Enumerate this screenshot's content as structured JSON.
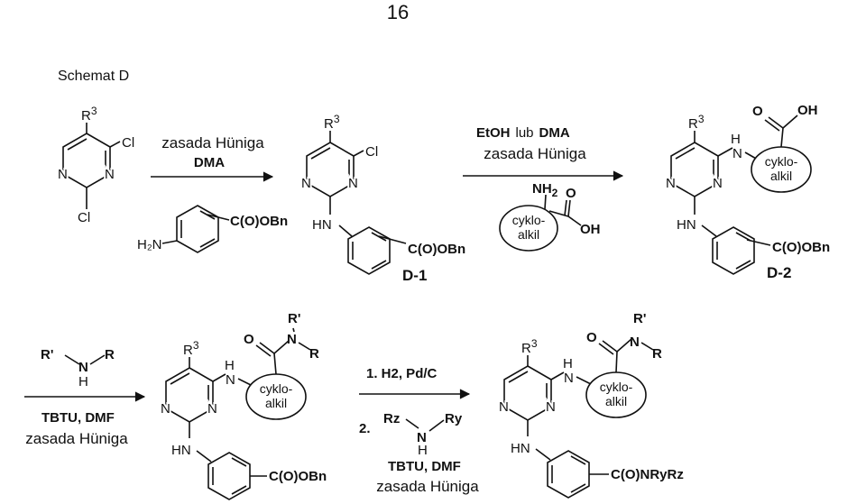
{
  "page_number": "16",
  "scheme_title": "Schemat D",
  "substituent_r3": "R",
  "superscript_3": "3",
  "atoms": {
    "n": "N",
    "cl": "Cl",
    "hn": "HN",
    "h": "H",
    "nh": "N",
    "nh2": "NH",
    "sub2": "2",
    "h2n": "H₂N",
    "o": "O",
    "oh": "OH",
    "r_prime": "R'",
    "r": "R",
    "rz": "Rz",
    "ry": "Ry"
  },
  "groups": {
    "ester": "C(O)OBn",
    "amide": "C(O)NRyRz"
  },
  "cycloalkyl": {
    "line1": "cyklo-",
    "line2": "alkil"
  },
  "compound_labels": {
    "d1": "D-1",
    "d2": "D-2"
  },
  "steps": {
    "step1": {
      "line1": "zasada Hüniga",
      "line2": "DMA"
    },
    "step2": {
      "solvent_a": "EtOH",
      "or": "lub",
      "solvent_b": "DMA",
      "base": "zasada Hüniga"
    },
    "step3": {
      "reagent": "TBTU, DMF",
      "base": "zasada Hüniga"
    },
    "step4": {
      "part1": "1. H2, Pd/C",
      "part2_num": "2.",
      "reagent": "TBTU, DMF",
      "base": "zasada Hüniga"
    }
  }
}
